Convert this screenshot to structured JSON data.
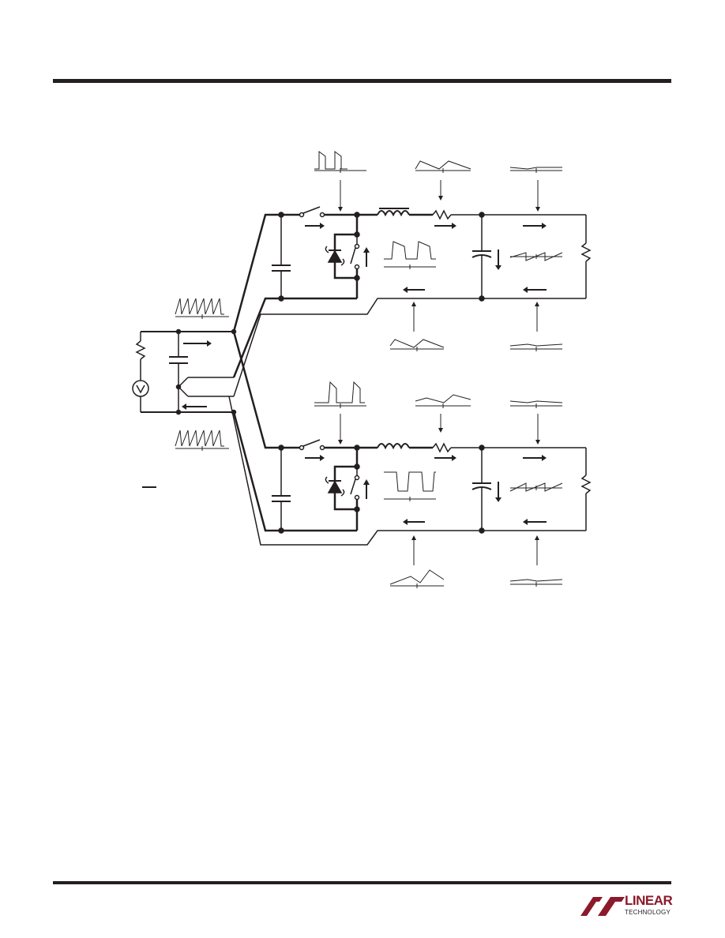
{
  "page": {
    "background": "#ffffff",
    "rule_color": "#231f20"
  },
  "diagram": {
    "description_type": "two-phase-buck-converter-schematic",
    "stroke_color": "#231f20",
    "phases": [
      "phase-1",
      "phase-2"
    ]
  },
  "logo": {
    "line1": "LINEAR",
    "line2": "TECHNOLOGY",
    "color": "#8b1a2b"
  }
}
